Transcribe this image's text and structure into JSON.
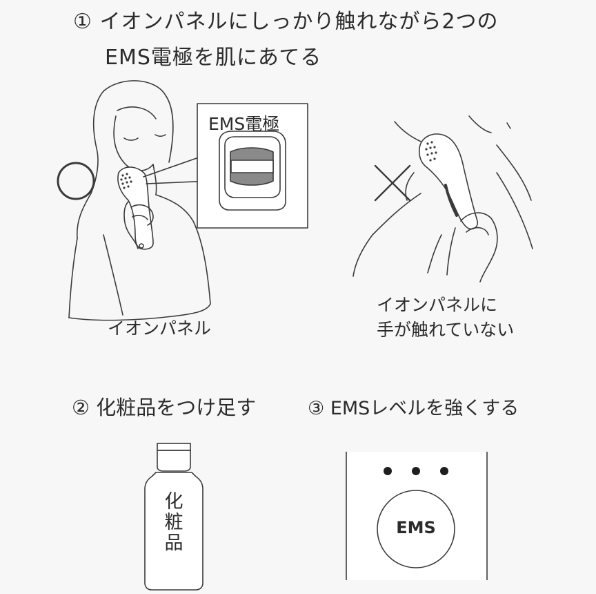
{
  "step1": {
    "number": "①",
    "title_line1": "イオンパネルにしっかり触れながら2つの",
    "title_line2": "EMS電極を肌にあてる"
  },
  "good": {
    "mark": "○",
    "callout_label": "EMS電極",
    "caption": "イオンパネル"
  },
  "bad": {
    "mark": "×",
    "caption_line1": "イオンパネルに",
    "caption_line2": "手が触れていない"
  },
  "step2": {
    "number": "②",
    "title": "化粧品をつけ足す",
    "bottle_label": [
      "化",
      "粧",
      "品"
    ]
  },
  "step3": {
    "number": "③",
    "title": "EMSレベルを強くする",
    "button_label": "EMS",
    "level_dots": 3
  },
  "colors": {
    "line": "#3a3a3a",
    "background": "#f7f7f7",
    "panel": "#ffffff",
    "electrode_gray": "#8a8a8a"
  }
}
